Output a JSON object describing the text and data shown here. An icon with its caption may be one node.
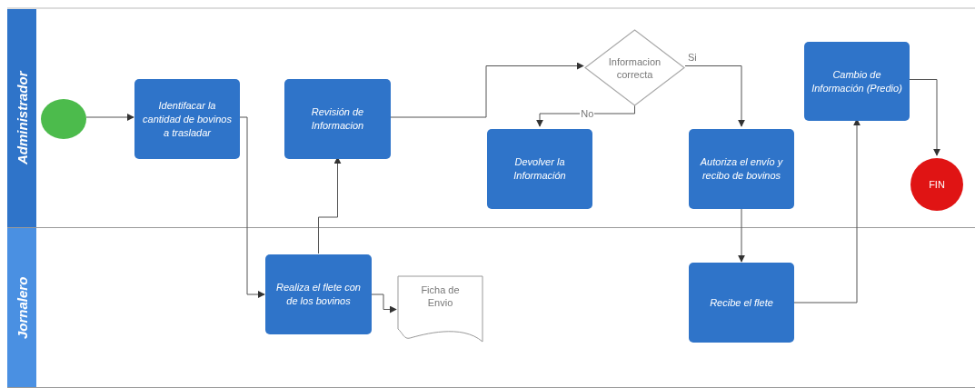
{
  "diagram": {
    "nodes": [
      {
        "text": [
          "Administrador"
        ]
      },
      {
        "text": [],
        "shape": "circle",
        "in": 0
      },
      {
        "text": [
          "Identifacar la cantidad de bovinos a trasladar"
        ],
        "in": 0
      },
      {
        "text": [
          "Revisión de Informacion"
        ],
        "in": 0
      },
      {
        "text": [
          "Informacion correcta"
        ],
        "in": 0
      },
      {
        "text": [
          "Devolver la Información"
        ],
        "in": 0
      },
      {
        "text": [
          "Autoriza el envío y recibo de bovinos"
        ],
        "in": 0
      },
      {
        "text": [
          "Cambio de Información (Predio)"
        ],
        "in": 0
      },
      {
        "text": [
          "FIN"
        ],
        "in": 0
      },
      {
        "text": [
          "Jornalero"
        ]
      },
      {
        "text": [
          "Realiza el flete con de los bovinos"
        ],
        "in": 9
      },
      {
        "text": [
          "Ficha de Envio"
        ],
        "in": 9
      },
      {
        "text": [
          "Recibe el flete"
        ],
        "in": 9
      }
    ],
    "edges": [
      {
        "from": 1,
        "to": 2,
        "arrow": "to"
      },
      {
        "from": 2,
        "to": 10,
        "arrow": "to"
      },
      {
        "from": 10,
        "to": 3,
        "arrow": "to"
      },
      {
        "from": 10,
        "to": 11,
        "arrow": "to"
      },
      {
        "from": 3,
        "to": 4,
        "arrow": "to"
      },
      {
        "from": 4,
        "to": 5,
        "label": "No",
        "arrow": "to"
      },
      {
        "from": 4,
        "to": 6,
        "label": "Si",
        "arrow": "to"
      },
      {
        "from": 6,
        "to": 12,
        "arrow": "to"
      },
      {
        "from": 12,
        "to": 7,
        "arrow": "to"
      },
      {
        "from": 7,
        "to": 8,
        "arrow": "to"
      }
    ]
  }
}
